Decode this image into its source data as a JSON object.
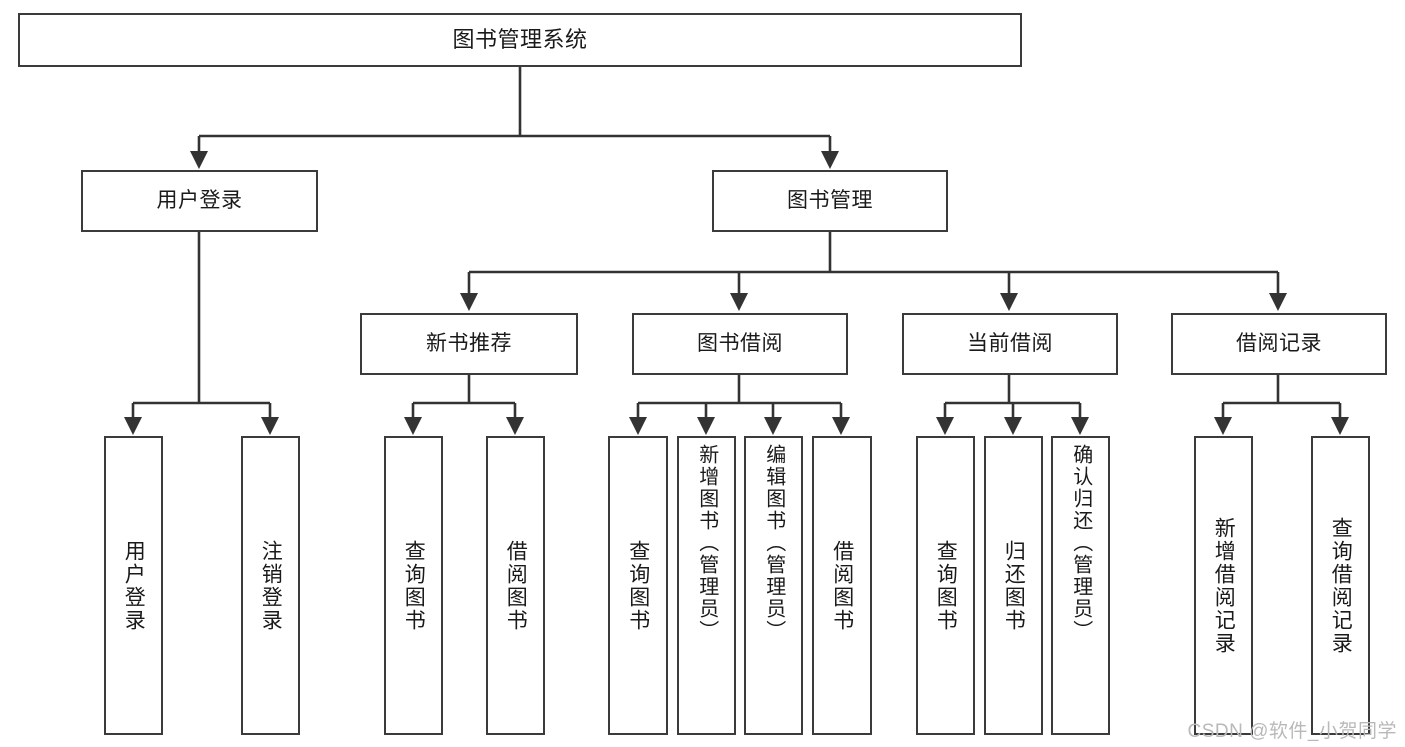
{
  "diagram": {
    "title": "图书管理系统",
    "type": "tree",
    "orientation": "top-down",
    "colors": {
      "box_stroke": "#3b3b3b",
      "box_fill": "#ffffff",
      "edge": "#333333",
      "text": "#1a1a1a",
      "watermark": "#b9b9b9",
      "background": "#ffffff"
    }
  },
  "watermark": {
    "text": "CSDN @软件_小贺同学"
  },
  "nodes": {
    "root": {
      "id": "root",
      "label": "图书管理系统",
      "level": 1,
      "orientation": "horizontal"
    },
    "level2": [
      {
        "id": "user-login",
        "label": "用户登录",
        "level": 2,
        "orientation": "horizontal"
      },
      {
        "id": "book-manage",
        "label": "图书管理",
        "level": 2,
        "orientation": "horizontal"
      }
    ],
    "level3": [
      {
        "id": "new-book-rec",
        "label": "新书推荐",
        "level": 3,
        "orientation": "horizontal",
        "parent": "book-manage"
      },
      {
        "id": "book-borrow",
        "label": "图书借阅",
        "level": 3,
        "orientation": "horizontal",
        "parent": "book-manage"
      },
      {
        "id": "current-borrow",
        "label": "当前借阅",
        "level": 3,
        "orientation": "horizontal",
        "parent": "book-manage"
      },
      {
        "id": "borrow-record",
        "label": "借阅记录",
        "level": 3,
        "orientation": "horizontal",
        "parent": "book-manage"
      }
    ],
    "leaves": [
      {
        "id": "leaf-user-login",
        "label": "用户登录",
        "parent": "user-login",
        "orientation": "vertical"
      },
      {
        "id": "leaf-user-logout",
        "label": "注销登录",
        "parent": "user-login",
        "orientation": "vertical"
      },
      {
        "id": "leaf-rec-query-book",
        "label": "查询图书",
        "parent": "new-book-rec",
        "orientation": "vertical"
      },
      {
        "id": "leaf-rec-borrow-book",
        "label": "借阅图书",
        "parent": "new-book-rec",
        "orientation": "vertical"
      },
      {
        "id": "leaf-borrow-query-book",
        "label": "查询图书",
        "parent": "book-borrow",
        "orientation": "vertical"
      },
      {
        "id": "leaf-borrow-add-book",
        "label": "新增图书（管理员）",
        "parent": "book-borrow",
        "orientation": "vertical"
      },
      {
        "id": "leaf-borrow-edit-book",
        "label": "编辑图书（管理员）",
        "parent": "book-borrow",
        "orientation": "vertical"
      },
      {
        "id": "leaf-borrow-borrow-book",
        "label": "借阅图书",
        "parent": "book-borrow",
        "orientation": "vertical"
      },
      {
        "id": "leaf-cur-query-book",
        "label": "查询图书",
        "parent": "current-borrow",
        "orientation": "vertical"
      },
      {
        "id": "leaf-cur-return-book",
        "label": "归还图书",
        "parent": "current-borrow",
        "orientation": "vertical"
      },
      {
        "id": "leaf-cur-confirm-return",
        "label": "确认归还（管理员）",
        "parent": "current-borrow",
        "orientation": "vertical"
      },
      {
        "id": "leaf-rec-add-record",
        "label": "新增借阅记录",
        "parent": "borrow-record",
        "orientation": "vertical"
      },
      {
        "id": "leaf-rec-query-record",
        "label": "查询借阅记录",
        "parent": "borrow-record",
        "orientation": "vertical"
      }
    ]
  }
}
